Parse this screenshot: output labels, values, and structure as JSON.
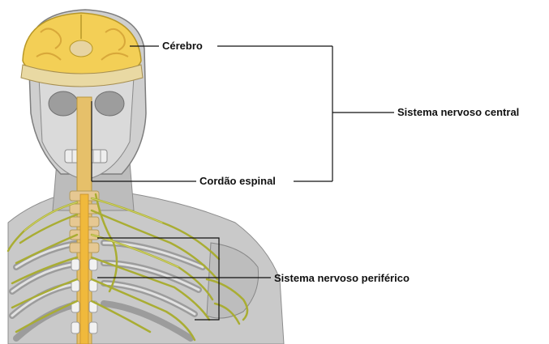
{
  "labels": {
    "brain": "Cérebro",
    "spinal_cord": "Cordão espinal",
    "cns": "Sistema nervoso central",
    "pns": "Sistema nervoso periférico"
  },
  "colors": {
    "bone": "#d2d2d2",
    "bone_shadow": "#9a9a9a",
    "brain": "#f3cf56",
    "spinal_cord": "#e8c77a",
    "nerves": "#a9ad33",
    "leader_lines": "#111111"
  }
}
